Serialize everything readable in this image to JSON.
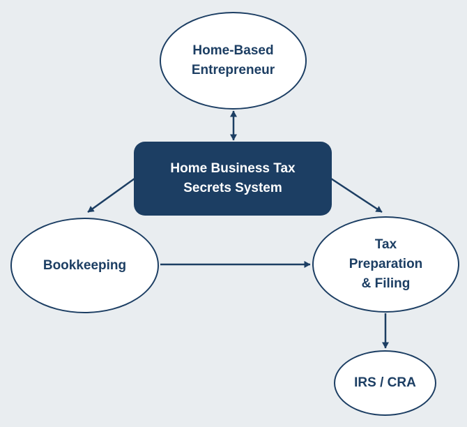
{
  "diagram": {
    "title": "Home Business Tax Secrets System diagram",
    "colors": {
      "background": "#e9edf0",
      "accent_navy": "#1c3e63",
      "node_fill": "#ffffff",
      "box_text": "#ffffff"
    },
    "nodes": {
      "entrepreneur": {
        "shape": "ellipse",
        "lines": [
          "Home-Based",
          "Entrepreneur"
        ]
      },
      "system": {
        "shape": "rounded-box",
        "lines": [
          "Home Business Tax",
          "Secrets System"
        ]
      },
      "bookkeeping": {
        "shape": "ellipse",
        "lines": [
          "Bookkeeping"
        ]
      },
      "taxprep": {
        "shape": "ellipse",
        "lines": [
          "Tax",
          "Preparation",
          "& Filing"
        ]
      },
      "irs": {
        "shape": "ellipse",
        "lines": [
          "IRS / CRA"
        ]
      }
    },
    "edges": [
      {
        "from": "entrepreneur",
        "to": "system",
        "bidirectional": true
      },
      {
        "from": "system",
        "to": "bookkeeping",
        "bidirectional": false
      },
      {
        "from": "system",
        "to": "taxprep",
        "bidirectional": false
      },
      {
        "from": "bookkeeping",
        "to": "taxprep",
        "bidirectional": false
      },
      {
        "from": "taxprep",
        "to": "irs",
        "bidirectional": false
      }
    ]
  }
}
